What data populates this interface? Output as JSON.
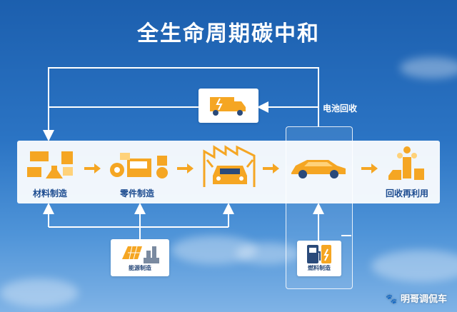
{
  "title": "全生命周期碳中和",
  "stages": {
    "materials": "材料制造",
    "parts": "零件制造",
    "recycle": "回收再利用"
  },
  "battery_label": "电池回收",
  "cards": {
    "energy": "能源制造",
    "fuel": "燃料制造"
  },
  "watermark": "明哥调侃车",
  "colors": {
    "accent": "#f5a623",
    "line": "#ffffff",
    "label": "#1a4a8f"
  }
}
